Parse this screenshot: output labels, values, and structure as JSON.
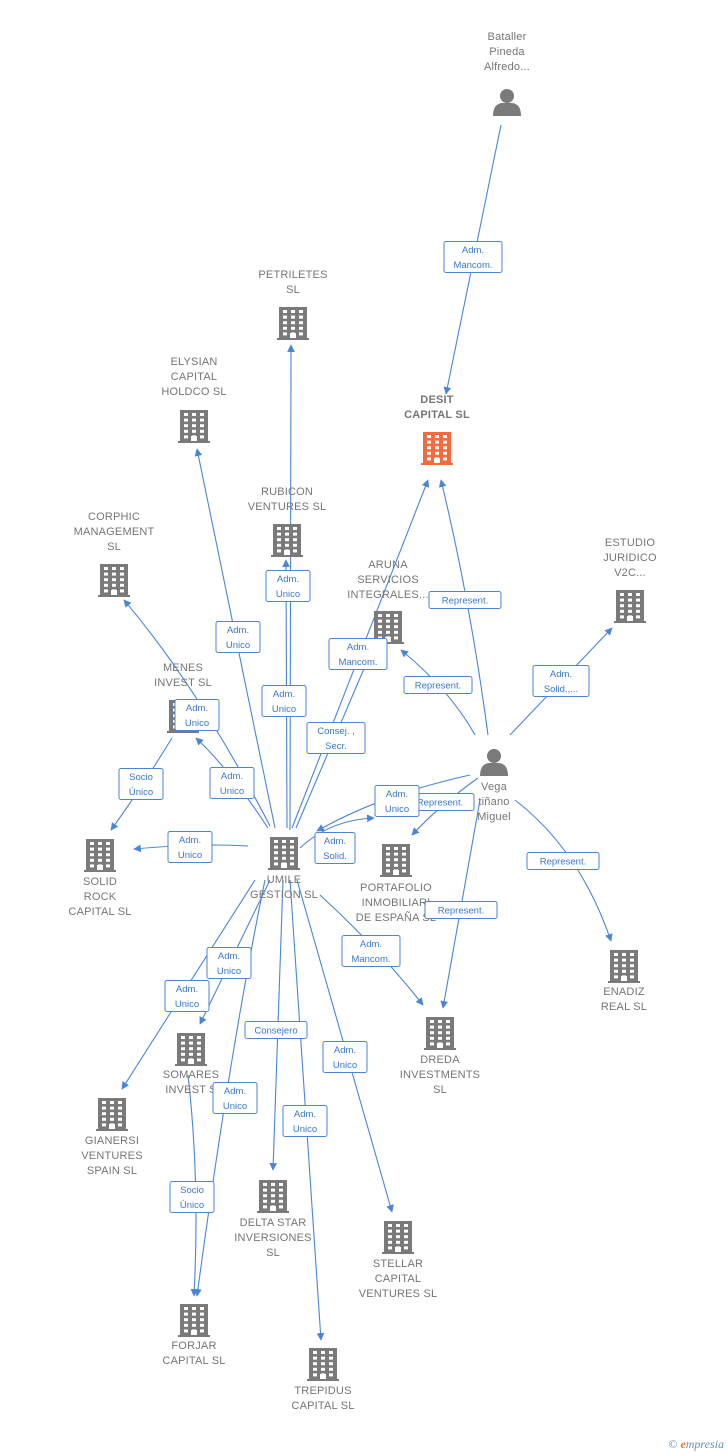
{
  "colors": {
    "edge": "#4a86d6",
    "node": "#7a7a7a",
    "highlight": "#f26a3d"
  },
  "nodes": [
    {
      "id": "bataller",
      "type": "person",
      "label": [
        "Bataller",
        "Pineda",
        "Alfredo..."
      ]
    },
    {
      "id": "desit",
      "type": "company",
      "highlight": true,
      "label": [
        "DESIT",
        "CAPITAL  SL"
      ]
    },
    {
      "id": "petriletes",
      "type": "company",
      "label": [
        "PETRILETES",
        "SL"
      ]
    },
    {
      "id": "elysian",
      "type": "company",
      "label": [
        "ELYSIAN",
        "CAPITAL",
        "HOLDCO  SL"
      ]
    },
    {
      "id": "rubicon",
      "type": "company",
      "label": [
        "RUBICON",
        "VENTURES  SL"
      ]
    },
    {
      "id": "corphic",
      "type": "company",
      "label": [
        "CORPHIC",
        "MANAGEMENT",
        "SL"
      ]
    },
    {
      "id": "aruna",
      "type": "company",
      "label": [
        "ARUNA",
        "SERVICIOS",
        "INTEGRALES..."
      ]
    },
    {
      "id": "estudio",
      "type": "company",
      "label": [
        "ESTUDIO",
        "JURIDICO",
        "V2C..."
      ]
    },
    {
      "id": "menes",
      "type": "company",
      "label": [
        "MENES",
        "INVEST  SL"
      ]
    },
    {
      "id": "vega",
      "type": "person",
      "label": [
        "Vega",
        "tiñano",
        "Miguel"
      ]
    },
    {
      "id": "solid",
      "type": "company",
      "label": [
        "SOLID",
        "ROCK",
        "CAPITAL  SL"
      ]
    },
    {
      "id": "umile",
      "type": "company",
      "label": [
        "UMILE",
        "GESTION  SL"
      ]
    },
    {
      "id": "portafolio",
      "type": "company",
      "label": [
        "PORTAFOLIO",
        "INMOBILIARI",
        "DE ESPAÑA  SL"
      ]
    },
    {
      "id": "enadiz",
      "type": "company",
      "label": [
        "ENADIZ",
        "REAL  SL"
      ]
    },
    {
      "id": "dreda",
      "type": "company",
      "label": [
        "DREDA",
        "INVESTMENTS",
        "SL"
      ]
    },
    {
      "id": "somares",
      "type": "company",
      "label": [
        "SOMARES",
        "INVEST  S"
      ]
    },
    {
      "id": "gianersi",
      "type": "company",
      "label": [
        "GIANERSI",
        "VENTURES",
        "SPAIN  SL"
      ]
    },
    {
      "id": "delta",
      "type": "company",
      "label": [
        "DELTA STAR",
        "INVERSIONES",
        "SL"
      ]
    },
    {
      "id": "stellar",
      "type": "company",
      "label": [
        "STELLAR",
        "CAPITAL",
        "VENTURES  SL"
      ]
    },
    {
      "id": "forjar",
      "type": "company",
      "label": [
        "FORJAR",
        "CAPITAL  SL"
      ]
    },
    {
      "id": "trepidus",
      "type": "company",
      "label": [
        "TREPIDUS",
        "CAPITAL  SL"
      ]
    }
  ],
  "edges": [
    {
      "from": "bataller",
      "to": "desit",
      "label": [
        "Adm.",
        "Mancom."
      ]
    },
    {
      "from": "umile",
      "to": "petriletes",
      "label": [
        "Adm.",
        "Unico"
      ]
    },
    {
      "from": "umile",
      "to": "elysian",
      "label": [
        "Adm.",
        "Unico"
      ]
    },
    {
      "from": "umile",
      "to": "rubicon",
      "label": [
        "Adm.",
        "Unico"
      ]
    },
    {
      "from": "umile",
      "to": "corphic",
      "label": [
        "Adm.",
        "Unico"
      ]
    },
    {
      "from": "umile",
      "to": "desit",
      "label": [
        "Adm.",
        "Mancom."
      ]
    },
    {
      "from": "umile",
      "to": "aruna",
      "label": [
        "Consej. ,",
        "Secr."
      ]
    },
    {
      "from": "umile",
      "to": "menes",
      "label": [
        "Adm.",
        "Unico"
      ]
    },
    {
      "from": "umile",
      "to": "solid",
      "label": [
        "Adm.",
        "Unico"
      ]
    },
    {
      "from": "menes",
      "to": "solid",
      "label": [
        "Socio",
        "Único"
      ]
    },
    {
      "from": "vega",
      "to": "desit",
      "label": [
        "Represent."
      ]
    },
    {
      "from": "vega",
      "to": "aruna",
      "label": [
        "Represent."
      ]
    },
    {
      "from": "vega",
      "to": "estudio",
      "label": [
        "Adm.",
        "Solid.,..."
      ]
    },
    {
      "from": "vega",
      "to": "umile",
      "label": [
        "Adm.",
        "Solid."
      ]
    },
    {
      "from": "vega",
      "to": "portafolio",
      "label": [
        "Represent."
      ]
    },
    {
      "from": "vega",
      "to": "enadiz",
      "label": [
        "Represent."
      ]
    },
    {
      "from": "vega",
      "to": "dreda",
      "label": [
        "Represent."
      ]
    },
    {
      "from": "umile",
      "to": "portafolio",
      "label": [
        "Adm.",
        "Unico"
      ]
    },
    {
      "from": "umile",
      "to": "dreda",
      "label": [
        "Adm.",
        "Mancom."
      ]
    },
    {
      "from": "umile",
      "to": "somares",
      "label": [
        "Adm.",
        "Unico"
      ]
    },
    {
      "from": "umile",
      "to": "gianersi",
      "label": [
        "Adm.",
        "Unico"
      ]
    },
    {
      "from": "umile",
      "to": "delta",
      "label": [
        "Consejero"
      ]
    },
    {
      "from": "umile",
      "to": "stellar",
      "label": [
        "Adm.",
        "Unico"
      ]
    },
    {
      "from": "umile",
      "to": "forjar",
      "label": [
        "Adm.",
        "Unico"
      ]
    },
    {
      "from": "umile",
      "to": "trepidus",
      "label": [
        "Adm.",
        "Unico"
      ]
    },
    {
      "from": "somares",
      "to": "forjar",
      "label": [
        "Socio",
        "Único"
      ]
    }
  ],
  "footer": {
    "copyright": "©",
    "brand_initial": "e",
    "brand_rest": "mpresia"
  }
}
